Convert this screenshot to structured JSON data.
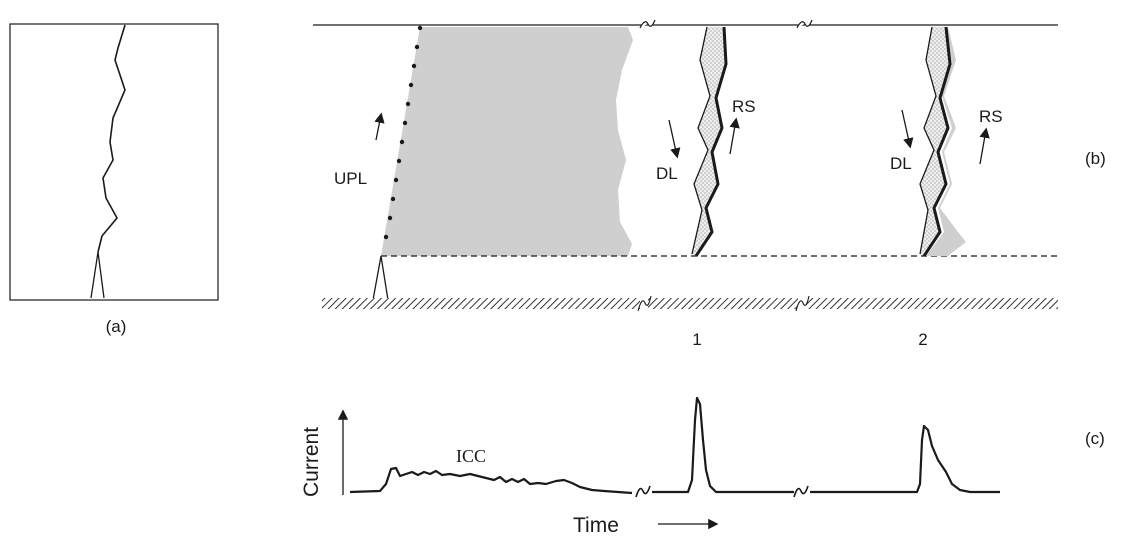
{
  "panel_a": {
    "label": "(a)"
  },
  "panel_b": {
    "label": "(b)",
    "upward_leader_label": "UPL",
    "stroke_1": {
      "number": "1",
      "dart_leader_label": "DL",
      "return_stroke_label": "RS"
    },
    "stroke_2": {
      "number": "2",
      "dart_leader_label": "DL",
      "return_stroke_label": "RS"
    }
  },
  "panel_c": {
    "label": "(c)",
    "y_axis_label": "Current",
    "x_axis_label": "Time",
    "initial_current_label": "ICC"
  },
  "colors": {
    "ink": "#1a1a1a",
    "channel_fill": "#cfcfcf",
    "leader_fill": "#e6e6e6"
  }
}
